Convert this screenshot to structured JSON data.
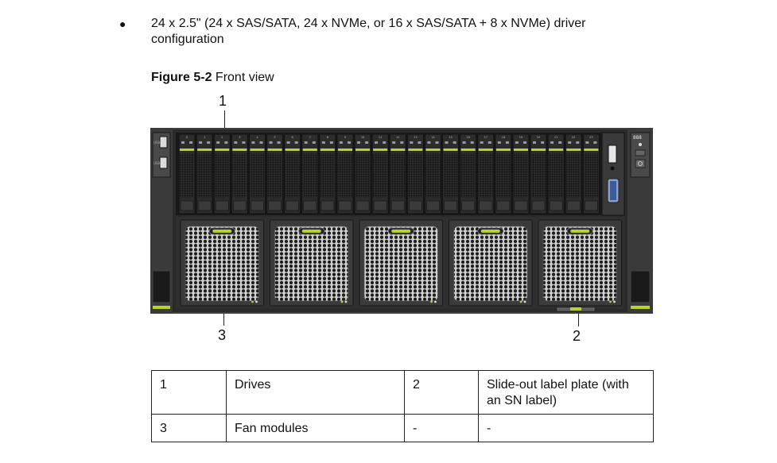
{
  "bullet": {
    "marker": "●",
    "text": "24 x 2.5\" (24 x SAS/SATA, 24 x NVMe, or 16 x SAS/SATA + 8 x NVMe) driver configuration"
  },
  "figure": {
    "label": "Figure 5-2",
    "title": "Front view"
  },
  "callouts": {
    "c1": "1",
    "c2": "2",
    "c3": "3"
  },
  "server": {
    "drive_bays": [
      "0",
      "1",
      "2",
      "3",
      "4",
      "5",
      "6",
      "7",
      "8",
      "9",
      "10",
      "11",
      "12",
      "13",
      "14",
      "15",
      "16",
      "17",
      "18",
      "19",
      "20",
      "21",
      "22",
      "23"
    ],
    "fan_module_count": 5,
    "led_panel_text": "888",
    "accent_color": "#b7d42b"
  },
  "legend": {
    "rows": [
      [
        "1",
        "Drives",
        "2",
        "Slide-out label plate (with an SN label)"
      ],
      [
        "3",
        "Fan modules",
        "-",
        "-"
      ]
    ]
  }
}
